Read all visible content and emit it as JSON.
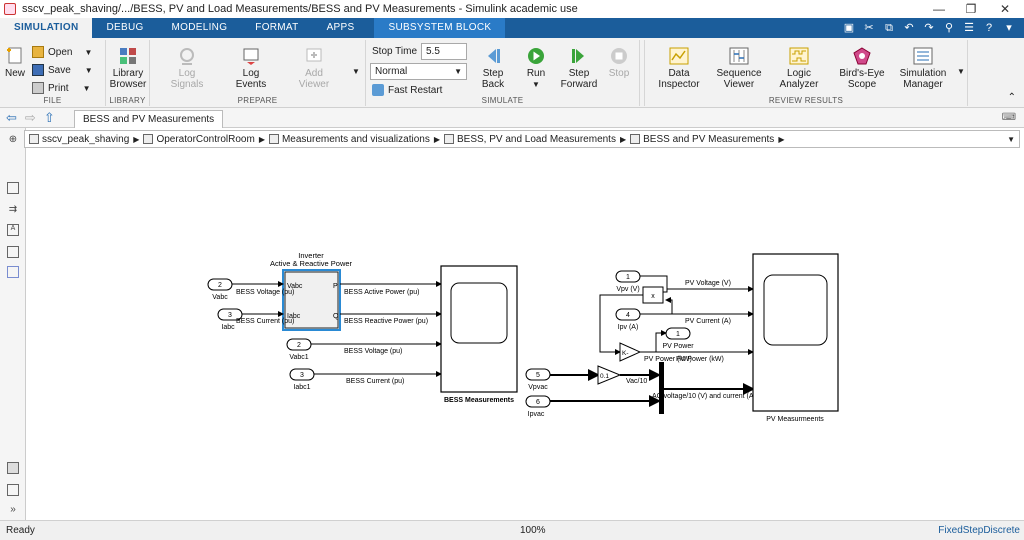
{
  "window": {
    "title": "sscv_peak_shaving/.../BESS, PV and Load Measurements/BESS and PV Measurements - Simulink academic use"
  },
  "tabs": [
    {
      "label": "SIMULATION",
      "active": true
    },
    {
      "label": "DEBUG"
    },
    {
      "label": "MODELING"
    },
    {
      "label": "FORMAT"
    },
    {
      "label": "APPS"
    },
    {
      "label": "SUBSYSTEM BLOCK",
      "contextual": true
    }
  ],
  "ribbon": {
    "file": {
      "label": "FILE",
      "new": "New",
      "open": "Open",
      "save": "Save",
      "print": "Print"
    },
    "library": {
      "label": "LIBRARY",
      "browser": "Library Browser"
    },
    "prepare": {
      "label": "PREPARE",
      "log_signals": "Log Signals",
      "log_events": "Log Events",
      "add_viewer": "Add Viewer"
    },
    "simulate": {
      "label": "SIMULATE",
      "stop_time_label": "Stop Time",
      "stop_time_value": "5.5",
      "mode": "Normal",
      "fast_restart": "Fast Restart",
      "step_back": "Step Back",
      "run": "Run",
      "step_forward": "Step Forward",
      "stop": "Stop"
    },
    "review": {
      "label": "REVIEW RESULTS",
      "data_inspector": "Data Inspector",
      "sequence_viewer": "Sequence Viewer",
      "logic_analyzer": "Logic Analyzer",
      "birds_eye": "Bird's-Eye Scope",
      "sim_manager": "Simulation Manager"
    }
  },
  "doc_tab": "BESS and PV Measurements",
  "breadcrumb": [
    "sscv_peak_shaving",
    "OperatorControlRoom",
    "Measurements and visualizations",
    "BESS, PV and Load Measurements",
    "BESS and PV Measurements"
  ],
  "diagram": {
    "inverter_title_1": "Inverter",
    "inverter_title_2": "Active & Reactive Power",
    "port_vabc": "Vabc",
    "port_iabc": "Iabc",
    "port_p": "P",
    "port_q": "Q",
    "in2_num": "2",
    "in2_name": "Vabc",
    "in2_sig": "BESS Voltage (pu)",
    "in3_num": "3",
    "in3_name": "Iabc",
    "in3_sig": "BESS Current (pu)",
    "sig_active": "BESS  Active Power (pu)",
    "sig_reactive": "BESS  Reactive Power (pu)",
    "in2b_num": "2",
    "in2b_name": "Vabc1",
    "sig_bess_v": "BESS Voltage (pu)",
    "in3b_num": "3",
    "in3b_name": "Iabc1",
    "sig_bess_i": "BESS Current (pu)",
    "bess_scope": "BESS Measurements",
    "in1_num": "1",
    "in1_name": "Vpv (V)",
    "in4_num": "4",
    "in4_name": "Ipv (A)",
    "sig_pv_v": "PV Voltage (V)",
    "sig_pv_i": "PV Current (A)",
    "product_sym": "x",
    "gain_k": "K-",
    "out1_num": "1",
    "out1_name": "PV Power",
    "sig_pv_power_kw": "PV Power (kW)",
    "sig_pv_power_kw_2": "PV Power (kW)",
    "in5_num": "5",
    "in5_name": "Vpvac",
    "in6_num": "6",
    "in6_name": "Ipvac",
    "gain_01": "0.1",
    "sig_vac10": "Vac/10",
    "sig_ac": "AC voltage/10 (V) and current (A)",
    "pv_scope": "PV Measurmeents"
  },
  "status": {
    "left": "Ready",
    "zoom": "100%",
    "solver": "FixedStepDiscrete"
  }
}
